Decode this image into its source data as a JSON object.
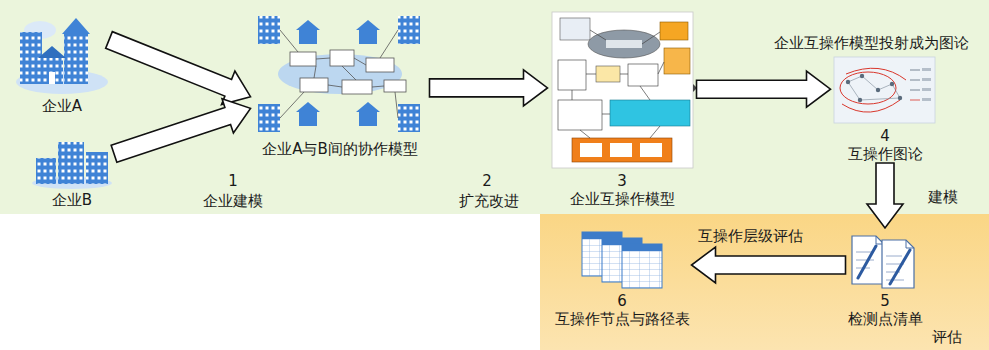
{
  "diagram": {
    "nodes": [
      {
        "text": [
          "建模"
        ]
      },
      {
        "text": [
          "企业A"
        ],
        "in": 0
      },
      {
        "text": [
          "企业B"
        ],
        "in": 0
      },
      {
        "text": [
          "企业A与B间的协作模型"
        ],
        "in": 0
      },
      {
        "text": [
          "3",
          "企业互操作模型"
        ],
        "in": 0
      },
      {
        "text": [
          "4",
          "互操作图论"
        ],
        "in": 0
      },
      {
        "text": [
          "评估"
        ]
      },
      {
        "text": [
          "5",
          "检测点清单"
        ],
        "in": 6
      },
      {
        "text": [
          "6",
          "互操作节点与路径表"
        ],
        "in": 6
      }
    ],
    "edges": [
      {
        "from": 1,
        "to": 3,
        "arrow": "to"
      },
      {
        "from": 2,
        "to": 3,
        "arrow": "to"
      },
      {
        "from": 3,
        "to": 4,
        "arrow": "to",
        "label": "扩充改进"
      },
      {
        "from": 4,
        "to": 5,
        "arrow": "to",
        "label": "企业互操作模型投射成为图论"
      },
      {
        "from": 5,
        "to": 7,
        "arrow": "to"
      },
      {
        "from": 7,
        "to": 8,
        "arrow": "to",
        "label": "互操作层级评估"
      }
    ],
    "labels": [
      "1",
      "企业建模",
      "2"
    ]
  }
}
